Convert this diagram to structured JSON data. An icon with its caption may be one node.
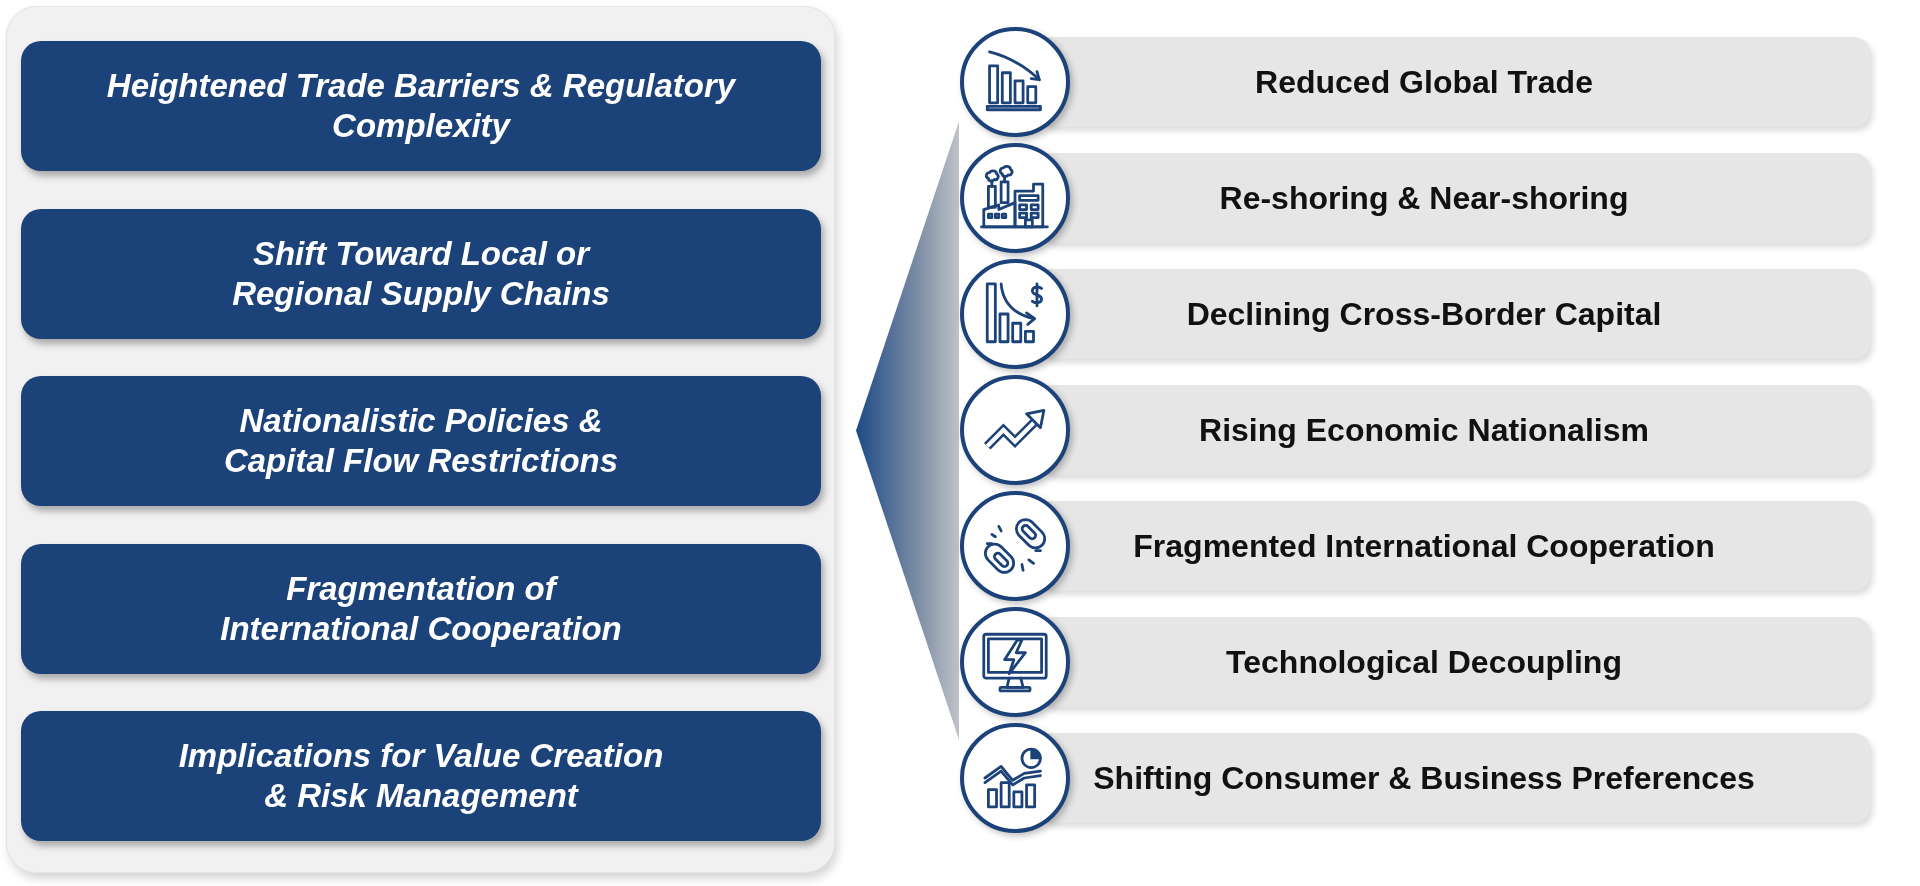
{
  "diagram": {
    "nodes": [
      {
        "text": [],
        "shape": "box"
      },
      {
        "text": [
          "Heightened Trade Barriers & Regulatory Complexity"
        ],
        "in": 0
      },
      {
        "text": [
          "Shift Toward Local or Regional Supply Chains"
        ],
        "in": 0
      },
      {
        "text": [
          "Nationalistic Policies & Capital Flow Restrictions"
        ],
        "in": 0
      },
      {
        "text": [
          "Fragmentation of International Cooperation"
        ],
        "in": 0
      },
      {
        "text": [
          "Implications for Value Creation & Risk Management"
        ],
        "in": 0
      },
      {
        "text": [],
        "shape": "triangle"
      },
      {
        "text": [
          "Reduced Global Trade"
        ]
      },
      {
        "text": [
          "Re-shoring & Near-shoring"
        ]
      },
      {
        "text": [
          "Declining Cross-Border Capital"
        ]
      },
      {
        "text": [
          "Rising Economic Nationalism"
        ]
      },
      {
        "text": [
          "Fragmented International Cooperation"
        ]
      },
      {
        "text": [
          "Technological Decoupling"
        ]
      },
      {
        "text": [
          "Shifting Consumer & Business Preferences"
        ]
      }
    ]
  }
}
